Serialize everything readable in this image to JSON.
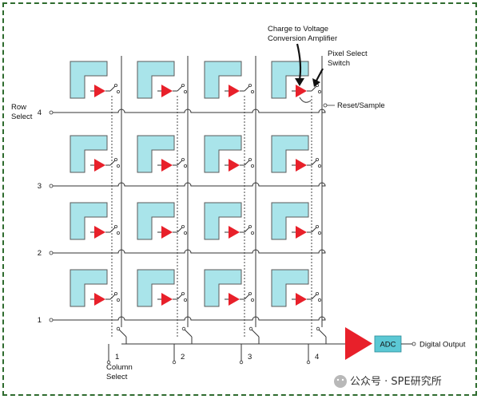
{
  "labels": {
    "charge_amp": [
      "Charge to Voltage",
      "Conversion Amplifier"
    ],
    "pixel_switch": [
      "Pixel Select",
      "Switch"
    ],
    "reset_sample": "Reset/Sample",
    "row_select": [
      "Row",
      "Select"
    ],
    "column_select": [
      "Column",
      "Select"
    ],
    "adc": "ADC",
    "digital_output": "Digital Output"
  },
  "row_numbers": [
    "4",
    "3",
    "2",
    "1"
  ],
  "column_numbers": [
    "1",
    "2",
    "3",
    "4"
  ],
  "watermark": "公众号 · SPE研究所",
  "colors": {
    "photodiode_fill": "#a9e4ea",
    "amplifier": "#e8202a",
    "adc_fill": "#5bc8d4",
    "frame": "#2e6b2e"
  }
}
